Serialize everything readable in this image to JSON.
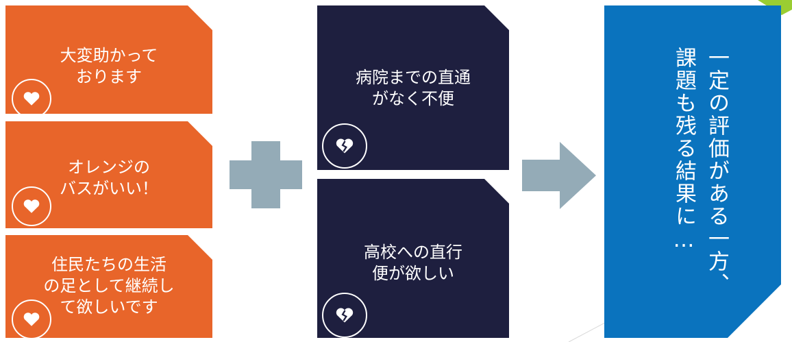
{
  "left_cards": [
    {
      "text": "大変助かって\nおります",
      "icon": "heart-icon"
    },
    {
      "text": "オレンジの\nバスがいい！",
      "icon": "heart-icon"
    },
    {
      "text": "住民たちの生活\nの足として継続し\nて欲しいです",
      "icon": "heart-icon"
    }
  ],
  "middle_cards": [
    {
      "text": "病院までの直通\nがなく不便",
      "icon": "broken-heart-icon"
    },
    {
      "text": "高校への直行\n便が欲しい",
      "icon": "broken-heart-icon"
    }
  ],
  "result": {
    "line1": "一定の評価がある一方、",
    "line2": "課題も残る結果に…"
  },
  "colors": {
    "orange": "#E8652A",
    "navy": "#1E1F3F",
    "blue": "#0A73BE",
    "symbol": "#94ABB7",
    "accent_green": "#9ACD32"
  }
}
